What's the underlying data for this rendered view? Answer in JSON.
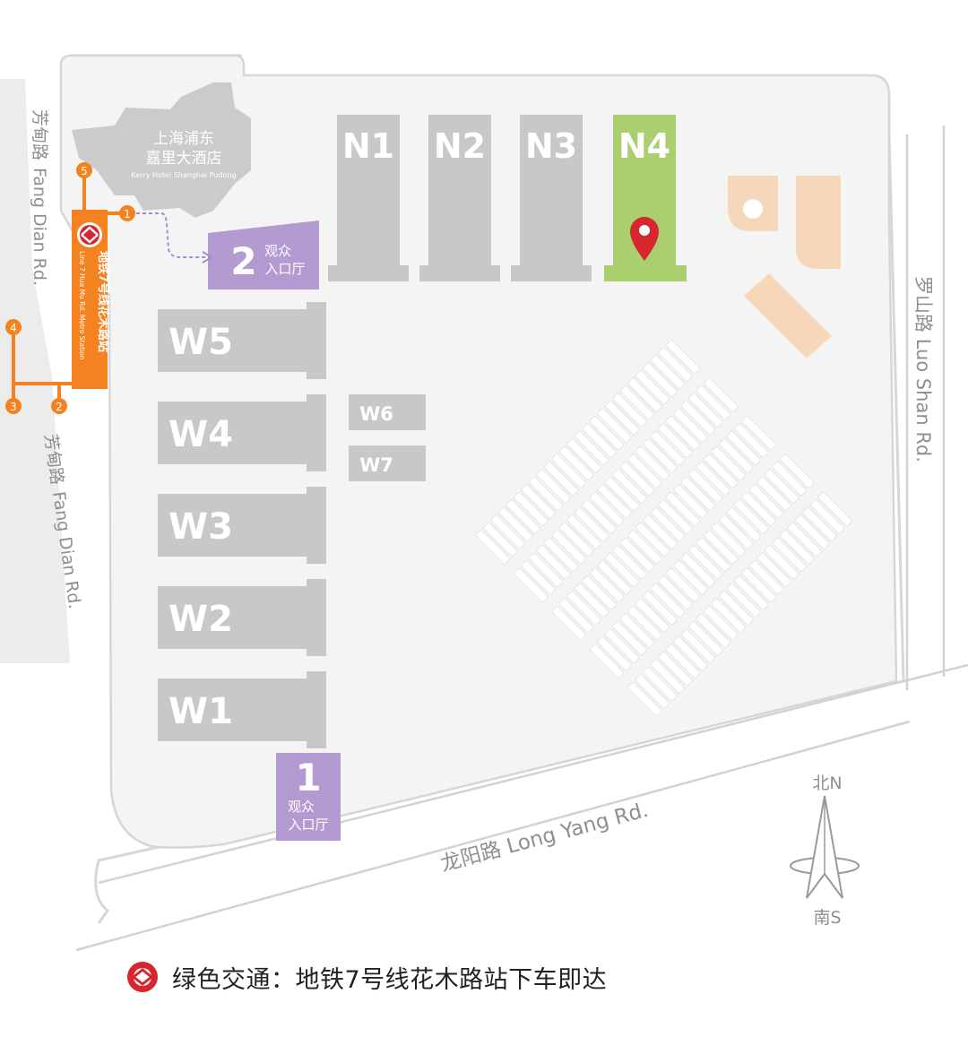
{
  "colors": {
    "site": "#f3f3f3",
    "site_border": "#d7d7d7",
    "hall": "#c8c8c8",
    "hall_highlight": "#a9cf6f",
    "entrance": "#b39ad0",
    "hotel": "#cfcfcf",
    "metro": "#f58220",
    "road_side": "#e9e9e9",
    "marker": "#d7262d",
    "peach": "#f6d7ba",
    "road_line": "#cfcfcf"
  },
  "hotel": {
    "name_cn_line1": "上海浦东",
    "name_cn_line2": "嘉里大酒店",
    "name_en": "Kerry Hotel Shanghai Pudong"
  },
  "halls_north": [
    {
      "id": "N1",
      "label": "N1",
      "highlighted": false
    },
    {
      "id": "N2",
      "label": "N2",
      "highlighted": false
    },
    {
      "id": "N3",
      "label": "N3",
      "highlighted": false
    },
    {
      "id": "N4",
      "label": "N4",
      "highlighted": true
    }
  ],
  "halls_west": [
    {
      "id": "W5",
      "label": "W5"
    },
    {
      "id": "W4",
      "label": "W4"
    },
    {
      "id": "W3",
      "label": "W3"
    },
    {
      "id": "W2",
      "label": "W2"
    },
    {
      "id": "W1",
      "label": "W1"
    }
  ],
  "halls_small": [
    {
      "id": "W6",
      "label": "W6"
    },
    {
      "id": "W7",
      "label": "W7"
    }
  ],
  "entrances": [
    {
      "id": "1",
      "number": "1",
      "line1": "观众",
      "line2": "入口厅"
    },
    {
      "id": "2",
      "number": "2",
      "line1": "观众",
      "line2": "入口厅"
    }
  ],
  "metro": {
    "station_cn": "地铁7号线花木路站",
    "station_en": "Line 7 Hua Mu Rd. Metro Station",
    "exits": [
      "1",
      "2",
      "3",
      "4",
      "5"
    ],
    "logo_icon": "shanghai-metro-logo-icon"
  },
  "roads": {
    "fang_dian_cn": "芳甸路",
    "fang_dian_en": "Fang Dian Rd.",
    "luo_shan": "罗山路 Luo Shan Rd.",
    "long_yang": "龙阳路 Long Yang Rd."
  },
  "compass": {
    "north": "北N",
    "south": "南S"
  },
  "legend": {
    "text": "绿色交通：地铁7号线花木路站下车即达",
    "icon": "shanghai-metro-logo-icon"
  }
}
